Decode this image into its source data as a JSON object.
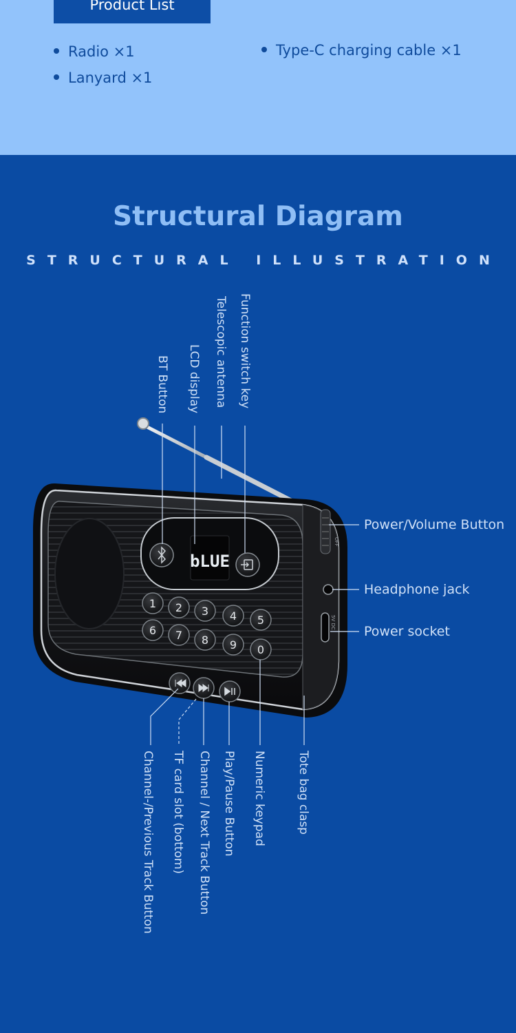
{
  "product_list": {
    "heading": "Product List",
    "items": [
      "Radio ×1",
      "Lanyard ×1",
      "Type-C charging cable ×1"
    ]
  },
  "diagram": {
    "title": "Structural Diagram",
    "subtitle": "STRUCTURAL ILLUSTRATION",
    "display_text": "bLUE",
    "keypad": [
      "1",
      "2",
      "3",
      "4",
      "5",
      "6",
      "7",
      "8",
      "9",
      "0"
    ],
    "labels": {
      "bt_button": "BT Button",
      "lcd_display": "LCD display",
      "telescopic_antenna": "Telescopic antenna",
      "function_switch_key": "Function switch key",
      "power_volume_button": "Power/Volume Button",
      "headphone_jack": "Headphone jack",
      "power_socket": "Power socket",
      "channel_prev": "Channel-/Previous Track Button",
      "tf_card_slot": "TF card slot (bottom)",
      "channel_next": "Channel / Next Track Button",
      "play_pause": "Play/Pause Button",
      "numeric_keypad": "Numeric keypad",
      "tote_bag_clasp": "Tote bag clasp"
    },
    "side_marks": {
      "volume_off": "OFF",
      "socket": "5V DC"
    }
  },
  "colors": {
    "top_background": "#92c3fb",
    "bottom_background": "#0a4ba3",
    "title": "#8fbef5",
    "label": "#cfe0f7"
  }
}
